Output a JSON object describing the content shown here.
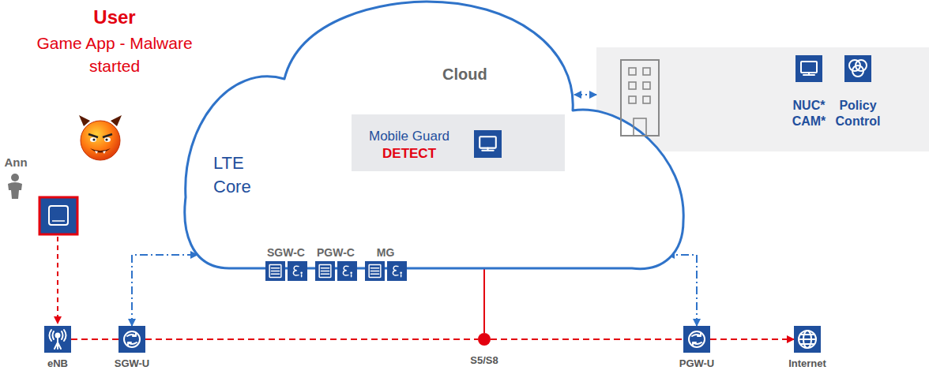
{
  "diagram": {
    "nodes": [
      {
        "text": [
          "Cloud",
          "LTE Core"
        ]
      },
      {
        "text": [
          "Mobile Guard",
          "DETECT"
        ],
        "in": 0
      },
      {
        "text": [
          "SGW-C"
        ],
        "in": 0
      },
      {
        "text": [
          "PGW-C"
        ],
        "in": 0
      },
      {
        "text": [
          "MG"
        ],
        "in": 0
      },
      {
        "text": []
      },
      {
        "text": [
          "NUC* CAM*"
        ],
        "in": 5
      },
      {
        "text": [
          "Policy Control"
        ],
        "in": 5
      },
      {
        "text": [
          "eNB"
        ]
      },
      {
        "text": [
          "SGW-U"
        ]
      },
      {
        "text": [
          "S5/S8"
        ]
      },
      {
        "text": [
          "PGW-U"
        ]
      },
      {
        "text": [
          "Internet"
        ]
      }
    ],
    "edges": [
      {
        "from": 9,
        "to": 0,
        "arrow": "both"
      },
      {
        "from": 11,
        "to": 0,
        "arrow": "both"
      },
      {
        "from": 0,
        "to": 5,
        "arrow": "both"
      },
      {
        "from": 8,
        "to": 9,
        "arrow": "none"
      },
      {
        "from": 9,
        "to": 10,
        "arrow": "none"
      },
      {
        "from": 10,
        "to": 11,
        "arrow": "none"
      },
      {
        "from": 11,
        "to": 12,
        "arrow": "to"
      },
      {
        "from": 10,
        "to": 1,
        "arrow": "to"
      }
    ],
    "labels": [
      "User",
      "Game App - Malware started",
      "Ann"
    ]
  }
}
